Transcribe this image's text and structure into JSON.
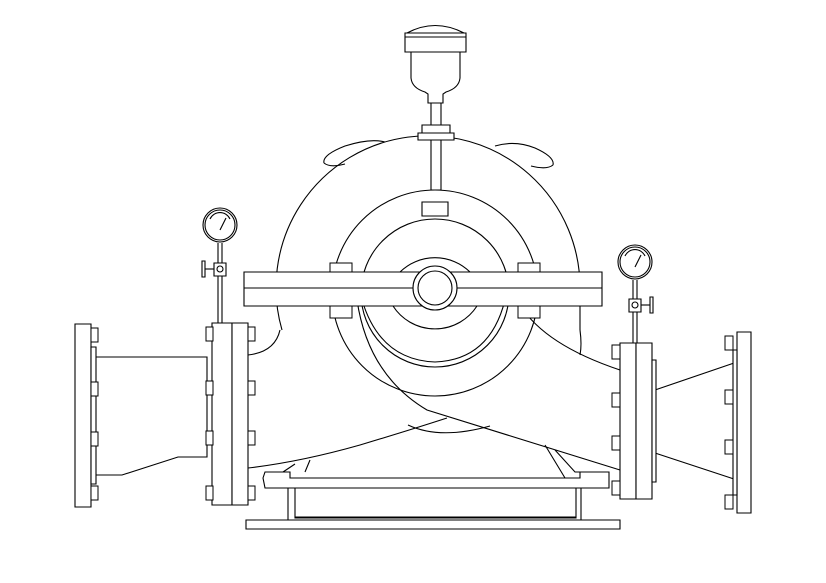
{
  "drawing": {
    "subject": "",
    "colors": {
      "line": "#000000",
      "background": "#ffffff"
    },
    "components": [
      "actuator",
      "volute-casing",
      "split-flange",
      "left-pressure-gauge",
      "right-pressure-gauge",
      "suction-reducer",
      "discharge-reducer",
      "base-frame"
    ]
  }
}
